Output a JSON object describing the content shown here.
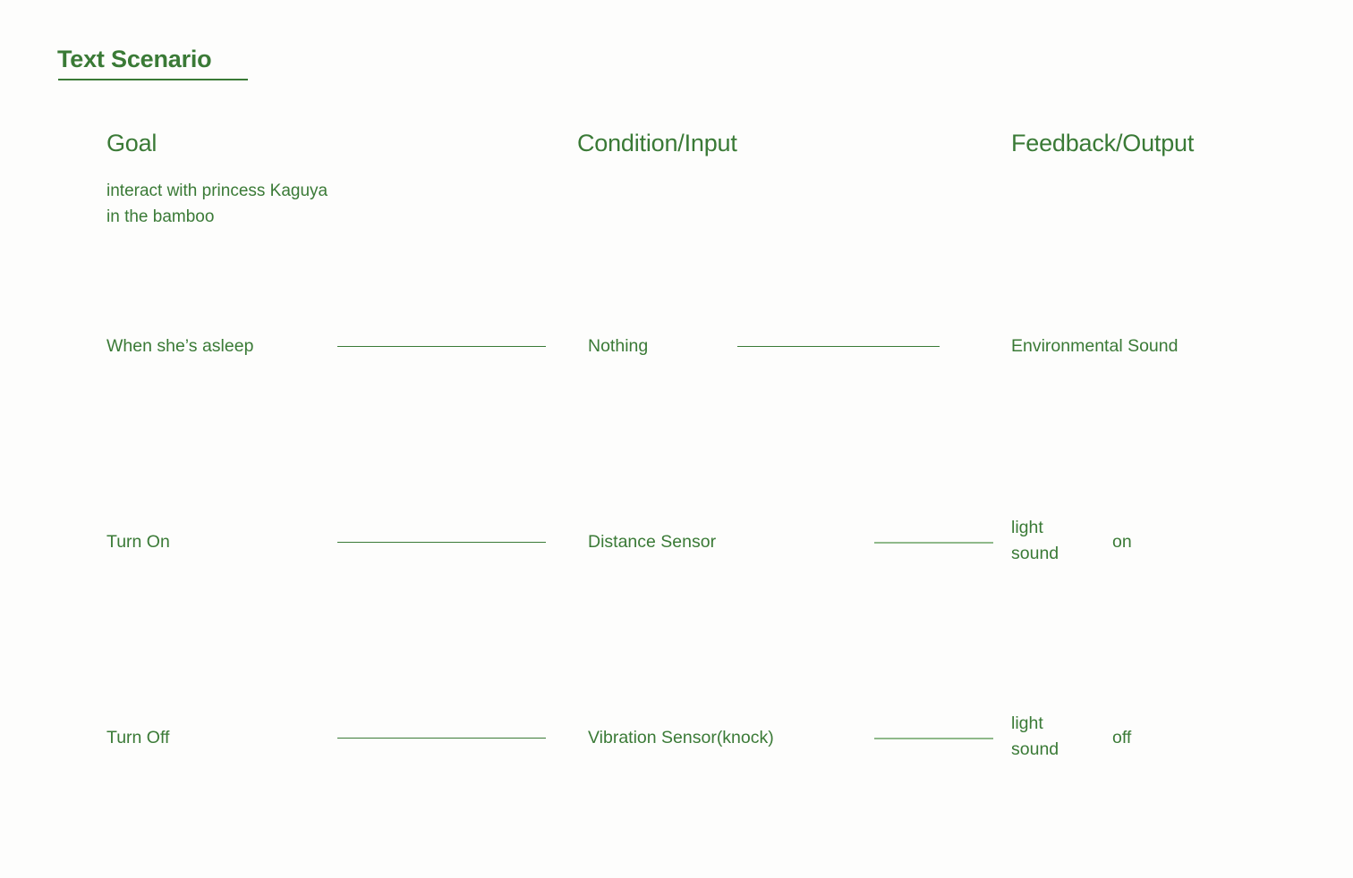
{
  "page": {
    "title": "Text Scenario",
    "accent_color": "#3a7a36",
    "muted_line_color": "#8fb98a",
    "background_color": "#fdfdfc"
  },
  "columns": {
    "goal": "Goal",
    "condition": "Condition/Input",
    "feedback": "Feedback/Output"
  },
  "goal_subtitle": "interact with princess Kaguya\nin the bamboo",
  "rows": [
    {
      "goal": "When she’s asleep",
      "condition": "Nothing",
      "feedback": "Environmental Sound",
      "feedback_stack": "",
      "feedback_state": ""
    },
    {
      "goal": "Turn On",
      "condition": "Distance Sensor",
      "feedback": "",
      "feedback_stack": "light\nsound",
      "feedback_state": "on"
    },
    {
      "goal": "Turn Off",
      "condition": "Vibration Sensor(knock)",
      "feedback": "",
      "feedback_stack": "light\nsound",
      "feedback_state": "off"
    }
  ]
}
